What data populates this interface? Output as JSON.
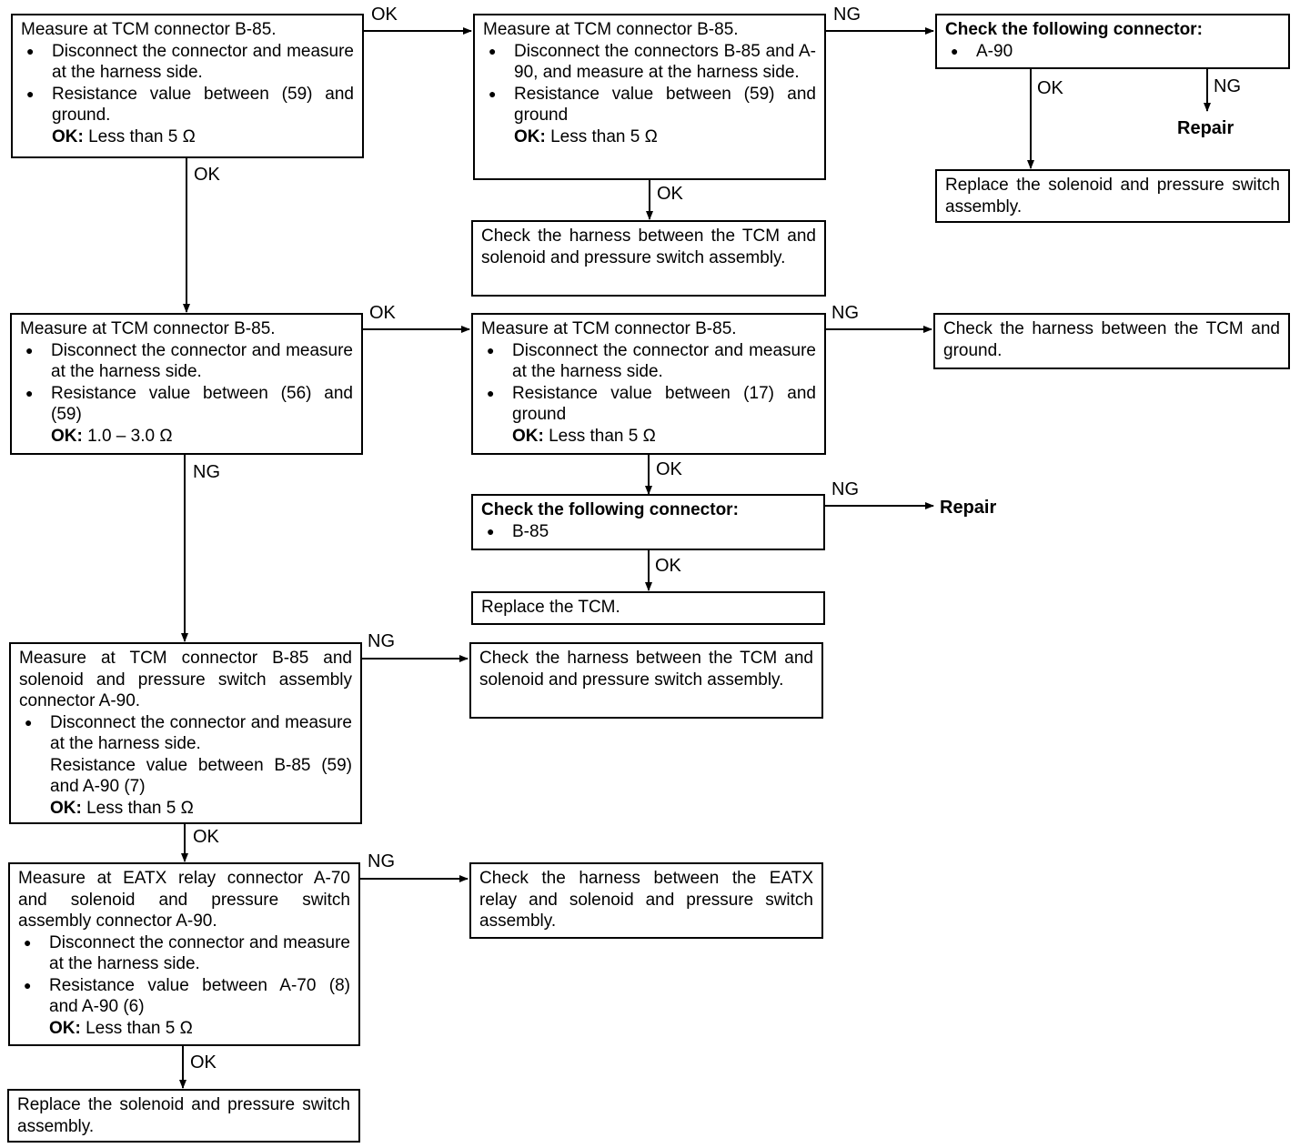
{
  "boxes": {
    "b1": {
      "head": "Measure at TCM connector B-85.",
      "bullets": [
        "Disconnect the connector and measure at the harness side.",
        "Resistance value between (59) and ground."
      ],
      "ok_label": "OK:",
      "ok_value": "Less than 5 Ω"
    },
    "b2": {
      "head": "Measure at TCM connector B-85.",
      "bullets": [
        "Disconnect the connectors B-85 and A-90, and measure at the harness side.",
        "Resistance value between (59) and ground"
      ],
      "ok_label": "OK:",
      "ok_value": "Less than 5 Ω"
    },
    "b3": {
      "head": "Check the following connector:",
      "bullets": [
        "A-90"
      ]
    },
    "b4": {
      "text": "Replace the solenoid and pressure switch assembly."
    },
    "b5": {
      "text": "Check the harness between the TCM and solenoid and pressure switch assembly."
    },
    "b6": {
      "head": "Measure at TCM connector B-85.",
      "bullets": [
        "Disconnect the connector and measure at the harness side.",
        "Resistance value between (56) and (59)"
      ],
      "ok_label": "OK:",
      "ok_value": "1.0 – 3.0 Ω"
    },
    "b7": {
      "head": "Measure at TCM connector B-85.",
      "bullets": [
        "Disconnect the connector and measure at the harness side.",
        "Resistance value between (17) and ground"
      ],
      "ok_label": "OK:",
      "ok_value": "Less than 5 Ω"
    },
    "b8": {
      "text": "Check the harness between the TCM and ground."
    },
    "b9": {
      "head": "Check the following connector:",
      "bullets": [
        "B-85"
      ]
    },
    "b10": {
      "text": "Replace the TCM."
    },
    "b11": {
      "head": "Measure at TCM connector B-85 and solenoid and pressure switch assembly connector A-90.",
      "bullets": [
        "Disconnect the connector and measure at the harness side."
      ],
      "extra": "Resistance value between B-85 (59) and A-90 (7)",
      "ok_label": "OK:",
      "ok_value": "Less than 5 Ω"
    },
    "b12": {
      "text": "Check the harness between the TCM and solenoid and pressure switch assembly."
    },
    "b13": {
      "head": "Measure at EATX relay connector A-70 and solenoid and pressure switch assembly connector A-90.",
      "bullets": [
        "Disconnect the connector and measure at the harness side.",
        "Resistance value between A-70 (8) and A-90 (6)"
      ],
      "ok_label": "OK:",
      "ok_value": "Less than 5 Ω"
    },
    "b14": {
      "text": "Check the harness between the EATX relay and solenoid and pressure switch assembly."
    },
    "b15": {
      "text": "Replace the solenoid and pressure switch assembly."
    }
  },
  "labels": {
    "l1": "OK",
    "l2": "NG",
    "l3": "OK",
    "l4": "NG",
    "l5": "OK",
    "l6": "OK",
    "l7": "OK",
    "l8": "NG",
    "l9": "NG",
    "l10": "OK",
    "l11": "NG",
    "l12": "OK",
    "l13": "NG",
    "l14": "OK",
    "l15": "NG",
    "l16": "OK"
  },
  "outcomes": {
    "repair1": "Repair",
    "repair2": "Repair"
  }
}
